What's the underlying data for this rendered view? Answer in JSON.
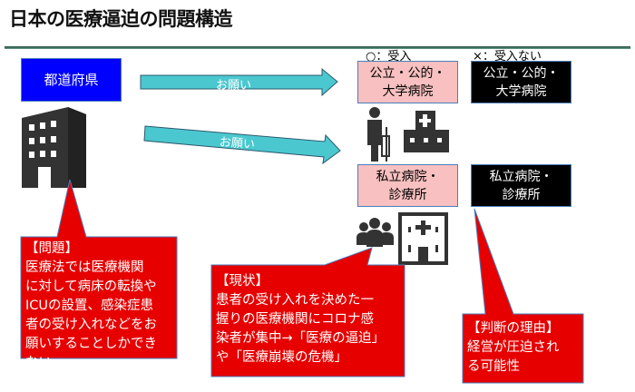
{
  "title": "日本の医療逼迫の問題構造",
  "prefecture": "都道府県",
  "requests": [
    "お願い",
    "お願い"
  ],
  "legend": {
    "accept": "○：受入",
    "reject": "×：受入ない"
  },
  "accept_column": {
    "public": "公立・公的・\n大学病院",
    "private": "私立病院・\n診療所"
  },
  "reject_column": {
    "public": "公立・公的・\n大学病院",
    "private": "私立病院・\n診療所"
  },
  "callouts": {
    "problem": "【問題】\n医療法では医療機関\nに対して病床の転換や\nICUの設置、感染症患\n者の受け入れなどをお\n願いすることしかでき\nない",
    "current": "【現状】\n患者の受け入れを決めた一\n握りの医療機関にコロナ感\n染者が集中→「医療の逼迫」\nや「医療崩壊の危機」",
    "reason": "【判断の理由】\n経営が圧迫され\nる可能性"
  },
  "colors": {
    "blue": "#0000ff",
    "red": "#e60000",
    "teal": "#4bc8cf",
    "pink": "#f8c0c0",
    "icon": "#333333"
  }
}
